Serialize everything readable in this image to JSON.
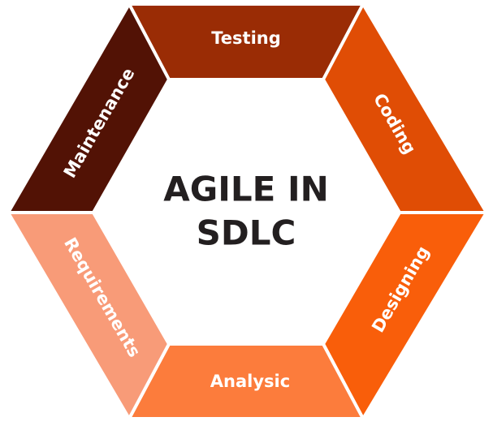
{
  "center": {
    "line1": "AGILE IN",
    "line2": "SDLC"
  },
  "segments": [
    {
      "label": "Testing",
      "color": "#9a2c05"
    },
    {
      "label": "Coding",
      "color": "#e04d05"
    },
    {
      "label": "Designing",
      "color": "#f95e0a"
    },
    {
      "label": "Analysic",
      "color": "#fc7c3c"
    },
    {
      "label": "Requirements",
      "color": "#f89b78"
    },
    {
      "label": "Maintenance",
      "color": "#521205"
    }
  ]
}
